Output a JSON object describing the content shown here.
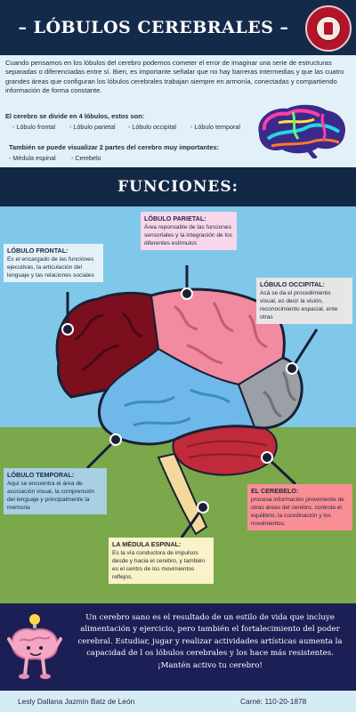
{
  "header": {
    "title": "– LÓBULOS CEREBRALES –"
  },
  "intro": {
    "lead": "Cuando pensamos en los lóbulos del cerebro podemos cometer el error de imaginar una serie de estructuras separadas o diferenciadas entre sí. Bien, es importante señalar que no hay barreras intermedias y que las cuatro grandes áreas que configuran los lóbulos cerebrales trabajan siempre en armonía, conectadas y compartiendo información de forma constante.",
    "lobes_heading": "El cerebro se divide en 4 lóbulos, estos son:",
    "lobes": [
      "- Lóbulo frontal",
      "- Lóbulo parietal",
      "- Lóbulo occipital",
      "- Lóbulo temporal"
    ],
    "parts_heading": "También se puede visualizar 2 partes del cerebro muy importantes:",
    "parts": [
      "- Médula espinal",
      "- Cerebelo"
    ]
  },
  "section_title": "FUNCIONES:",
  "boxes": {
    "parietal": {
      "title": "LÓBULO PARIETAL:",
      "body": "Área reponsable de las funciones sensoriales y la integración de los diferentes estímulos",
      "color": "#f9d7ea"
    },
    "frontal": {
      "title": "LÓBULO FRONTAL:",
      "body": "Es el encargado de las funciónes ejecutivas, la articulación del lenguaje y las relaciones sociales",
      "color": "#e4f2f8"
    },
    "occipital": {
      "title": "LÓBULO OCCIPITAL:",
      "body": "Acá se da el procedimiento visual, es decir la visión, reconocimiento espacial, ente otras",
      "color": "#e6e6e6"
    },
    "temporal": {
      "title": "LÓBULO TEMPORAL:",
      "body": "Aquí se encuentra el área de asociación visual, la comprensión del lenguaje y principalmente la memoria",
      "color": "#a9cfe3"
    },
    "cerebelo": {
      "title": "EL CEREBELO:",
      "body": "procesa información proveniente de otras áreas del cerebro, controla el equilibrio, la coordinación y los movimientos.",
      "color": "#f98f95"
    },
    "medula": {
      "title": "LA MÉDULA ESPINAL:",
      "body": "Es la vía conductora de impulsos desde y hacia el cerebro, y también es el centro de los movimientos reflejos.",
      "color": "#faf2c8"
    }
  },
  "lobe_colors": {
    "frontal": "#7b0f1e",
    "parietal": "#f28aa0",
    "occipital": "#9aa0a6",
    "temporal": "#6fb8ea",
    "cerebelo": "#c02a3a",
    "medula": "#f3d99c"
  },
  "footer": {
    "message": "Un cerebro sano es el resultado de un estilo de vida que incluye alimentación y ejercicio, pero también el fortalecimiento del poder cerebral. Estudiar, jugar y realizar actividades artísticas aumenta la capacidad de l os lóbulos cerebrales y los hace más resistentes. ¡Mantén activo tu cerebro!",
    "author": "Lesly Dallana Jazmín Batz de León",
    "carne": "Carné: 110-20-1878"
  }
}
